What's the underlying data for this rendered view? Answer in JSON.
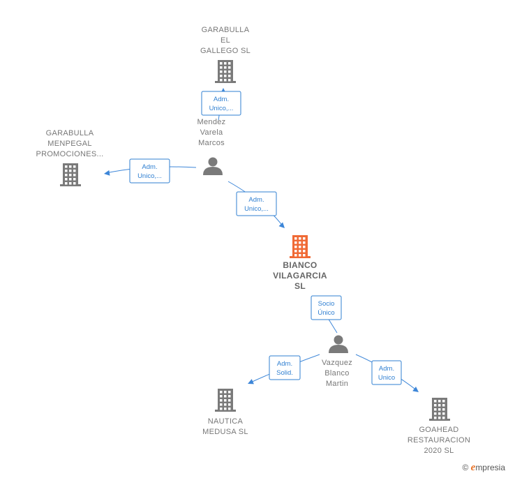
{
  "colors": {
    "company": "#7a7a7a",
    "focus": "#f06a35",
    "person": "#7a7a7a",
    "edge": "#3d86d8"
  },
  "nodes": [
    {
      "id": "garabulla_gallego",
      "type": "company",
      "icon": "building-icon",
      "lines": [
        "GARABULLA",
        "EL",
        "GALLEGO  SL"
      ]
    },
    {
      "id": "garabulla_menpegal",
      "type": "company",
      "icon": "building-icon",
      "lines": [
        "GARABULLA",
        "MENPEGAL",
        "PROMOCIONES..."
      ]
    },
    {
      "id": "mendez",
      "type": "person",
      "icon": "person-icon",
      "lines": [
        "Mendez",
        "Varela",
        "Marcos"
      ]
    },
    {
      "id": "bianco",
      "type": "focus",
      "icon": "building-icon",
      "lines": [
        "BIANCO",
        "VILAGARCIA",
        "SL"
      ]
    },
    {
      "id": "vazquez",
      "type": "person",
      "icon": "person-icon",
      "lines": [
        "Vazquez",
        "Blanco",
        "Martin"
      ]
    },
    {
      "id": "nautica",
      "type": "company",
      "icon": "building-icon",
      "lines": [
        "NAUTICA",
        "MEDUSA SL"
      ]
    },
    {
      "id": "goahead",
      "type": "company",
      "icon": "building-icon",
      "lines": [
        "GOAHEAD",
        "RESTAURACION",
        "2020  SL"
      ]
    }
  ],
  "edges": [
    {
      "from": "mendez",
      "to": "garabulla_gallego",
      "label": [
        "Adm.",
        "Unico,..."
      ]
    },
    {
      "from": "mendez",
      "to": "garabulla_menpegal",
      "label": [
        "Adm.",
        "Unico,..."
      ]
    },
    {
      "from": "mendez",
      "to": "bianco",
      "label": [
        "Adm.",
        "Unico,..."
      ]
    },
    {
      "from": "vazquez",
      "to": "bianco",
      "label": [
        "Socio",
        "Único"
      ]
    },
    {
      "from": "vazquez",
      "to": "nautica",
      "label": [
        "Adm.",
        "Solid."
      ]
    },
    {
      "from": "vazquez",
      "to": "goahead",
      "label": [
        "Adm.",
        "Unico"
      ]
    }
  ],
  "footer": {
    "copyright": "©",
    "brand_first": "e",
    "brand_rest": "mpresia"
  }
}
